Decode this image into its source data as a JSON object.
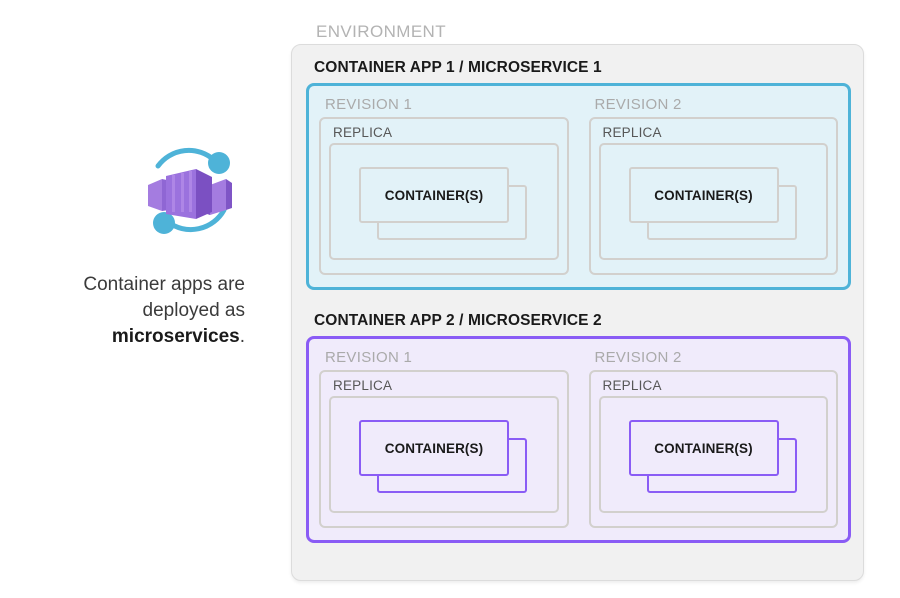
{
  "left_panel": {
    "icon_name": "azure-container-apps-icon",
    "caption_line1": "Container apps are",
    "caption_line2": "deployed as",
    "caption_emphasis": "microservices",
    "caption_period": "."
  },
  "environment": {
    "label": "ENVIRONMENT",
    "apps": [
      {
        "title": "CONTAINER APP 1 / MICROSERVICE 1",
        "accent_color": "#4eb3d8",
        "fill_color": "#e2f2f8",
        "revisions": [
          {
            "label": "REVISION 1",
            "replica_label": "REPLICA",
            "container_label": "CONTAINER(S)"
          },
          {
            "label": "REVISION 2",
            "replica_label": "REPLICA",
            "container_label": "CONTAINER(S)"
          }
        ]
      },
      {
        "title": "CONTAINER APP 2 / MICROSERVICE 2",
        "accent_color": "#8a5cf5",
        "fill_color": "#f0ebfb",
        "revisions": [
          {
            "label": "REVISION 1",
            "replica_label": "REPLICA",
            "container_label": "CONTAINER(S)"
          },
          {
            "label": "REVISION 2",
            "replica_label": "REPLICA",
            "container_label": "CONTAINER(S)"
          }
        ]
      }
    ]
  },
  "colors": {
    "environment_fill": "#f1f1f1",
    "environment_border": "#dcdcdc",
    "neutral_border": "#d2d0cd",
    "label_muted": "#aaaaaa",
    "label_dark": "#575757",
    "icon_purple": "#8661c5",
    "icon_purple_light": "#a47ce0",
    "icon_teal": "#4eb3d8"
  }
}
